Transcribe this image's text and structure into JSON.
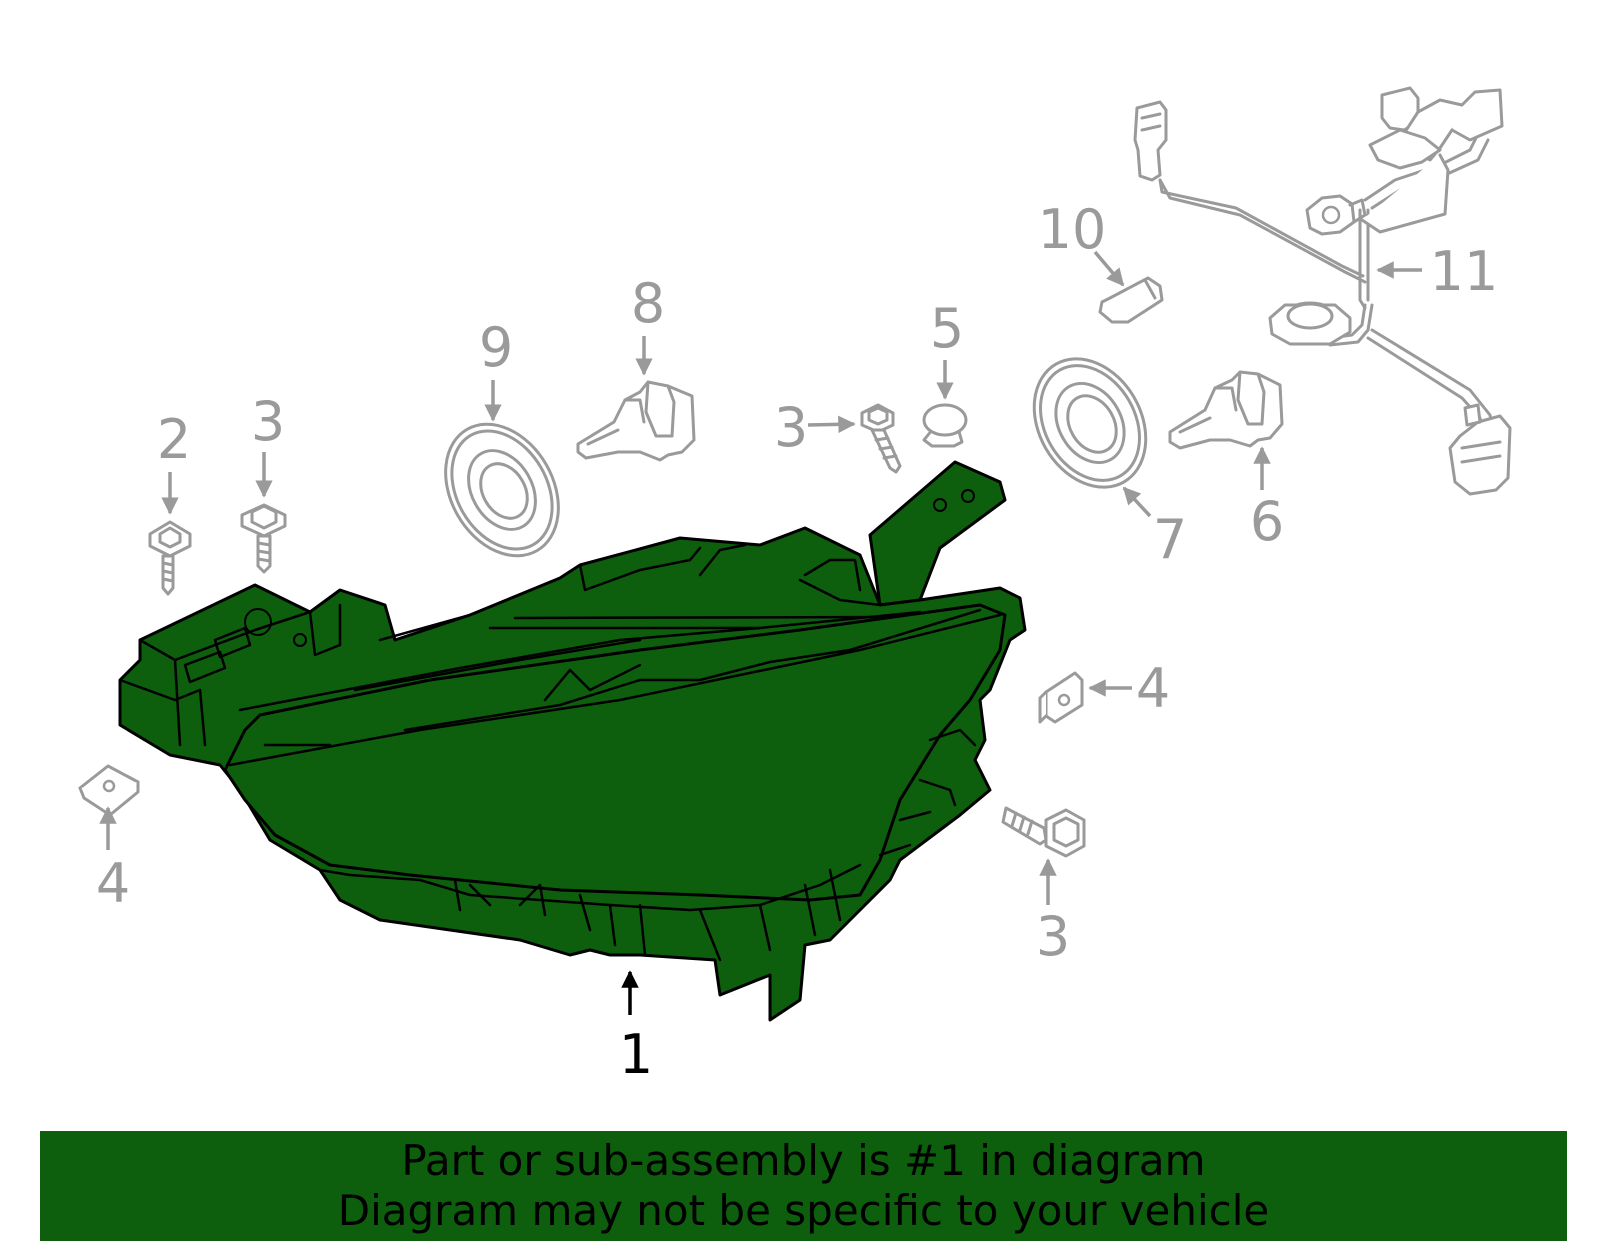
{
  "callouts": {
    "c1": "1",
    "c2": "2",
    "c3a": "3",
    "c3b": "3",
    "c3c": "3",
    "c4a": "4",
    "c4b": "4",
    "c5": "5",
    "c6": "6",
    "c7": "7",
    "c8": "8",
    "c9": "9",
    "c10": "10",
    "c11": "11"
  },
  "banner": {
    "line1": "Part or sub-assembly is #1 in diagram",
    "line2": "Diagram may not be specific to your vehicle"
  },
  "colors": {
    "highlight": "#0d5e0d",
    "part_outline": "#9a9a9a",
    "primary_callout": "#000000"
  }
}
